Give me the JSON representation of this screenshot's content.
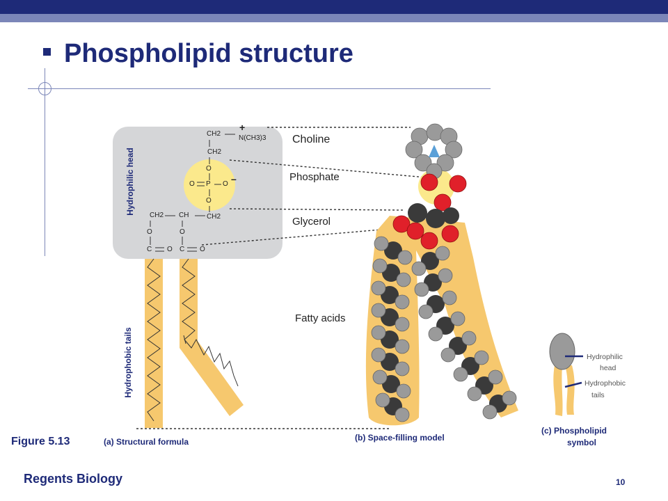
{
  "slide": {
    "title": "Phospholipid structure",
    "page_number": "10",
    "footer": "Regents Biology",
    "figure_label": "Figure 5.13"
  },
  "structural": {
    "region_head": "Hydrophilic head",
    "region_tails": "Hydrophobic tails",
    "atoms": {
      "ch2_top": "CH2",
      "nch3": "N(CH3)3",
      "plus": "+",
      "ch2_second": "CH2",
      "o_top": "O",
      "p": "P",
      "o_left": "O",
      "o_right": "O",
      "minus": "–",
      "o_bottom": "O",
      "ch2_glyc_left": "CH2",
      "ch_glyc": "CH",
      "ch2_glyc_right": "CH2",
      "o_ester_left": "O",
      "o_ester_right": "O",
      "c_left": "C",
      "o_carbonyl_left": "O",
      "c_right": "C",
      "o_carbonyl_right": "O"
    }
  },
  "labels": {
    "choline": "Choline",
    "phosphate": "Phosphate",
    "glycerol": "Glycerol",
    "fatty_acids": "Fatty acids"
  },
  "symbol": {
    "hydrophilic": "Hydrophilic head",
    "hydrophilic_1": "Hydrophilic",
    "hydrophilic_2": "head",
    "hydrophobic_1": "Hydrophobic",
    "hydrophobic_2": "tails"
  },
  "captions": {
    "a": "(a) Structural formula",
    "b": "(b) Space-filling model",
    "c1": "(c) Phospholipid",
    "c2": "symbol"
  },
  "colors": {
    "slide_blue": "#1e2a78",
    "head_gray": "#d5d6d8",
    "tail_yellow": "#f6c86e",
    "phosphate_yellow": "#fbe98c",
    "oxygen_red": "#e0202a",
    "hydrogen_gray": "#9a9a9a",
    "carbon_dark": "#333333",
    "nitrogen_blue": "#5aa0d8"
  }
}
